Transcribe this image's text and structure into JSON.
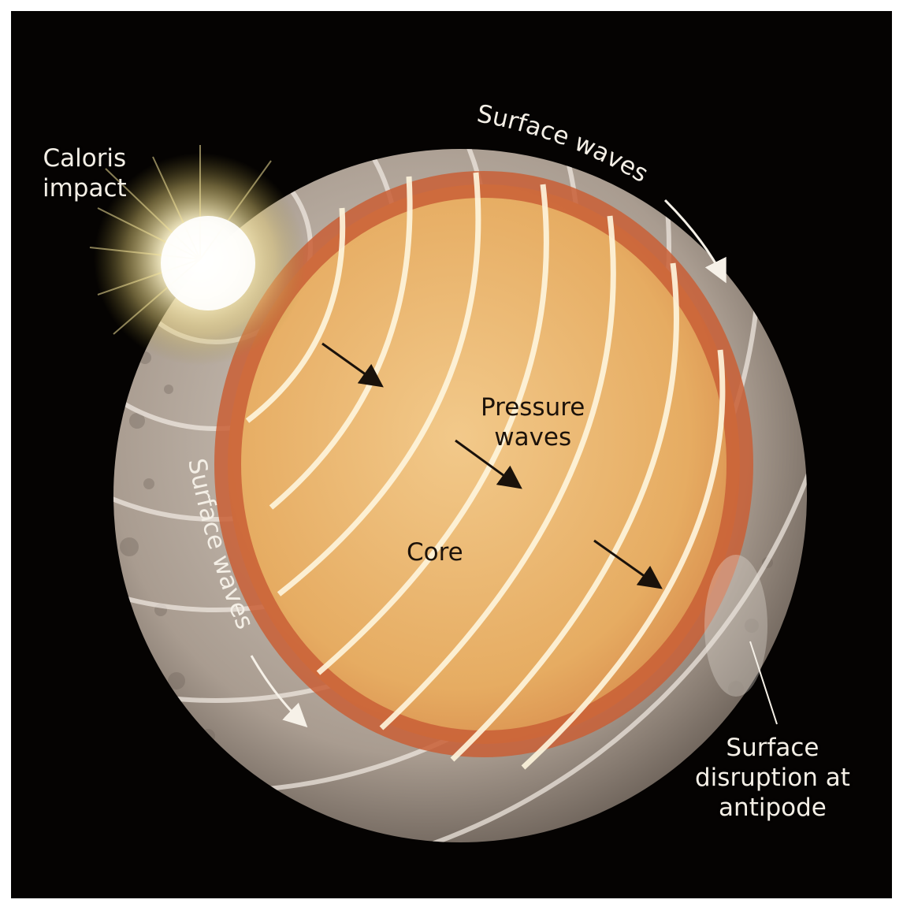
{
  "labels": {
    "caloris_impact": [
      "Caloris",
      "impact"
    ],
    "surface_waves_top": "Surface waves",
    "surface_waves_left": "Surface waves",
    "pressure_waves": [
      "Pressure",
      "waves"
    ],
    "core": "Core",
    "antipode": [
      "Surface",
      "disruption at",
      "antipode"
    ]
  },
  "colors": {
    "background": "#050302",
    "core": "#e9b46a",
    "core_ring": "#c9613a",
    "mantle": "#b7aba0",
    "wave_lines": "#fff4dc",
    "impact_flash": "#fff9d8"
  }
}
